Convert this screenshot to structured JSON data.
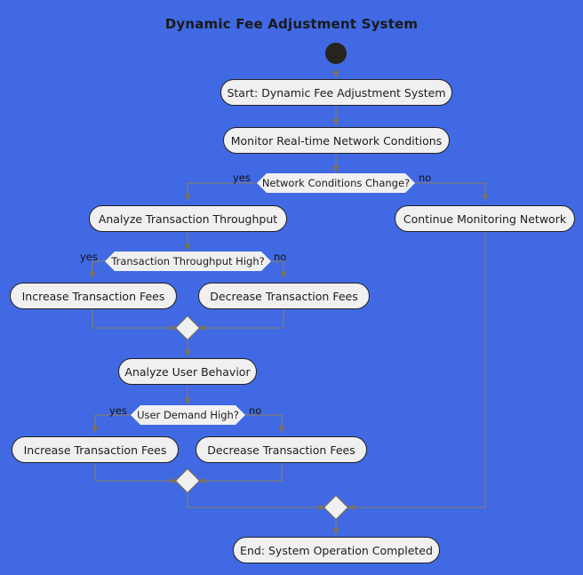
{
  "diagram": {
    "title": "Dynamic Fee Adjustment System",
    "type": "activity-flowchart",
    "background_color": "#4069e3",
    "node_fill": "#f0f0f0",
    "node_border": "#222222",
    "edge_color": "#8a7f5c",
    "start_marker_color": "#26241f"
  },
  "nodes": {
    "start_dot": "start-node",
    "start_activity": "Start: Dynamic Fee Adjustment System",
    "monitor": "Monitor Real-time Network Conditions",
    "decision_network": "Network Conditions Change?",
    "analyze_throughput": "Analyze Transaction Throughput",
    "continue_monitoring": "Continue Monitoring Network",
    "decision_throughput": "Transaction Throughput High?",
    "increase_fees_1": "Increase Transaction Fees",
    "decrease_fees_1": "Decrease Transaction Fees",
    "analyze_user": "Analyze User Behavior",
    "decision_demand": "User Demand High?",
    "increase_fees_2": "Increase Transaction Fees",
    "decrease_fees_2": "Decrease Transaction Fees",
    "end_activity": "End: System Operation Completed"
  },
  "branch_labels": {
    "network_yes": "yes",
    "network_no": "no",
    "throughput_yes": "yes",
    "throughput_no": "no",
    "demand_yes": "yes",
    "demand_no": "no"
  }
}
